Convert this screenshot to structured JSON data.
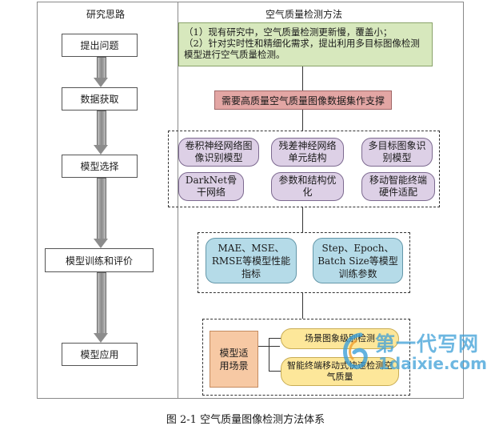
{
  "left_column": {
    "title": "研究思路",
    "steps": [
      "提出问题",
      "数据获取",
      "模型选择",
      "模型训练和评价",
      "模型应用"
    ]
  },
  "right_column": {
    "title": "空气质量检测方法",
    "problem_line1": "（1）现有研究中，空气质量检测更新慢，覆盖小；",
    "problem_line2": "（2）针对实时性和精细化需求，提出利用多目标图像检测模型进行空气质量检测。",
    "data_support": "需要高质量空气质量图像数据集作支撑",
    "models": {
      "cnn": "卷积神经网络图像识别模型",
      "resnet": "残差神经网络单元结构",
      "multi_target": "多目标图象识别模型",
      "darknet": "DarkNet骨干网络",
      "params": "参数和结构优化",
      "mobile": "移动智能终端硬件适配"
    },
    "metrics": "MAE、MSE、RMSE等模型性能指标",
    "training": "Step、Epoch、Batch Size等模型训练参数",
    "application_label": "模型适用场景",
    "scene1": "场景图象级别检测",
    "scene2": "智能终端移动式快速检测空气质量"
  },
  "watermark": {
    "line1": "第一代写网",
    "line2": "1daixie.com"
  },
  "caption": "图 2-1  空气质量图像检测方法体系"
}
